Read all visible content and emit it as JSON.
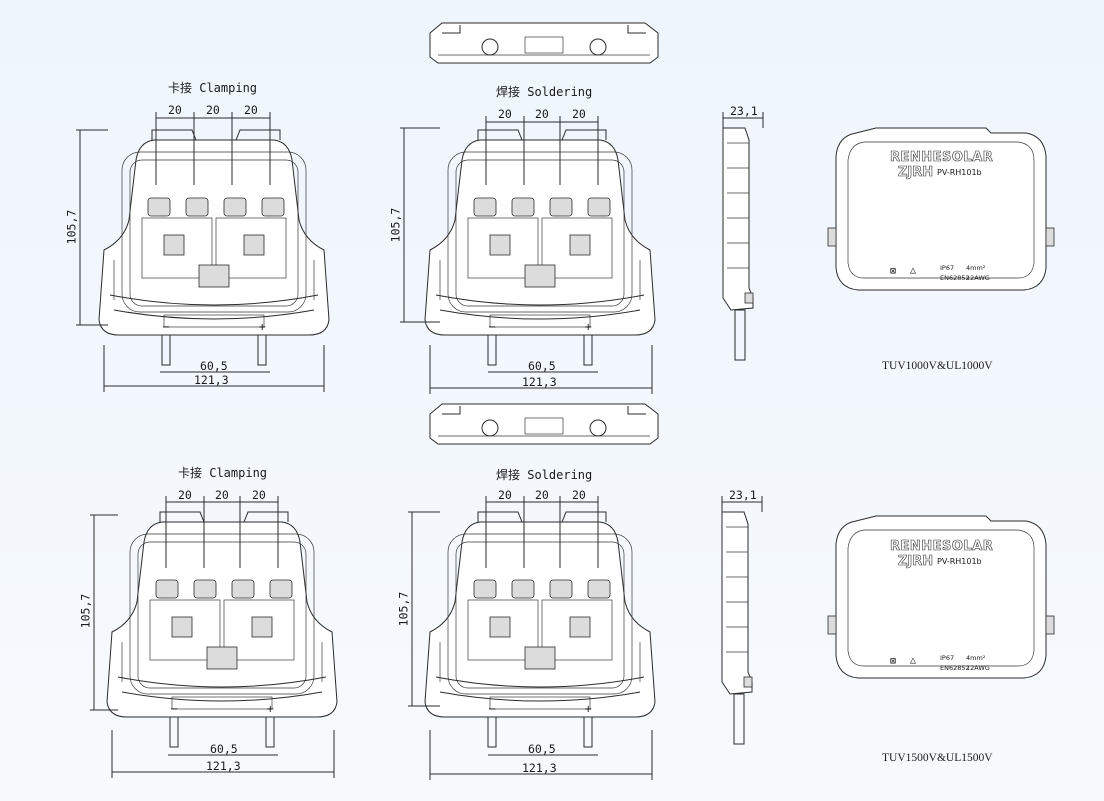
{
  "top_row": {
    "clamping_label": "卡接 Clamping",
    "soldering_label": "焊接 Soldering",
    "pitch_labels": [
      "20",
      "20",
      "20"
    ],
    "height_label": "105,7",
    "pin_span_label": "60,5",
    "width_label": "121,3",
    "depth_label": "23,1",
    "rating_label": "TUV1000V&UL1000V"
  },
  "bottom_row": {
    "clamping_label": "卡接 Clamping",
    "soldering_label": "焊接 Soldering",
    "pitch_labels": [
      "20",
      "20",
      "20"
    ],
    "height_label": "105,7",
    "pin_span_label": "60,5",
    "width_label": "121,3",
    "depth_label": "23,1",
    "rating_label": "TUV1500V&UL1500V"
  },
  "cover": {
    "brand": "RENHESOLAR",
    "logo": "ZJRH",
    "model": "PV-RH101b",
    "ip": "IP67",
    "standard": "EN62852",
    "wire": "4mm²",
    "awg": "12AWG"
  }
}
